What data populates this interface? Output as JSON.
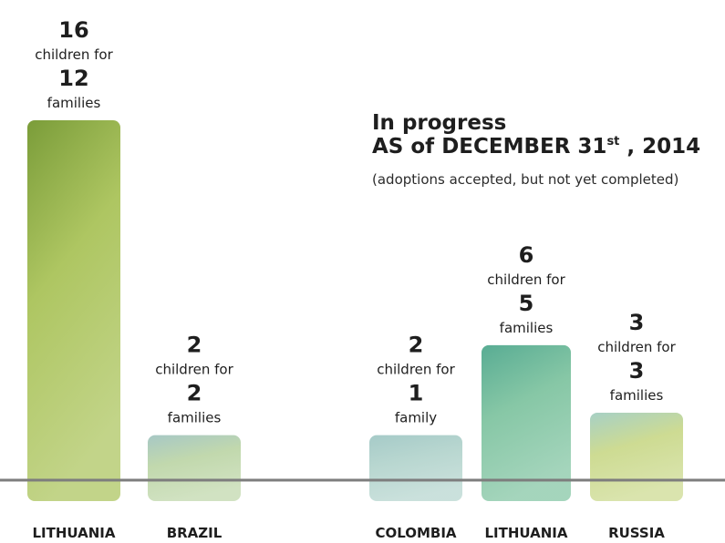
{
  "heading": {
    "line1": "In progress",
    "line2_prefix": "AS of DECEMBER 31",
    "line2_suffix": "st",
    "line2_end": " , 2014",
    "note": "(adoptions accepted, but not yet completed)"
  },
  "colors": {
    "text": "#1e1e1e",
    "baseline": "#7d7d7d",
    "bar_lithuania_completed": [
      "#a7c154",
      "#6f9428"
    ],
    "bar_brazil": [
      "#bcd5a6",
      "#9fc3c0"
    ],
    "bar_colombia": [
      "#b2d3cc",
      "#9ec6c3"
    ],
    "bar_lithuania_progress": [
      "#7cc29e",
      "#4aa58a"
    ],
    "bar_russia": [
      "#c9d889",
      "#9fccc0"
    ]
  },
  "chart_data": {
    "type": "bar",
    "categories": [
      "LITHUANIA",
      "BRAZIL",
      "COLOMBIA",
      "LITHUANIA",
      "RUSSIA"
    ],
    "values": [
      16,
      2,
      2,
      6,
      3
    ],
    "families": [
      12,
      2,
      1,
      5,
      3
    ],
    "annotations": [
      {
        "children": "16",
        "children_text": "children for",
        "families": "12",
        "families_text": "families"
      },
      {
        "children": "2",
        "children_text": "children for",
        "families": "2",
        "families_text": "families"
      },
      {
        "children": "2",
        "children_text": "children for",
        "families": "1",
        "families_text": "family"
      },
      {
        "children": "6",
        "children_text": "children for",
        "families": "5",
        "families_text": "families"
      },
      {
        "children": "3",
        "children_text": "children for",
        "families": "3",
        "families_text": "families"
      }
    ],
    "groups": [
      {
        "label": "",
        "indices": [
          0,
          1
        ]
      },
      {
        "label": "In progress AS of DECEMBER 31st , 2014",
        "indices": [
          2,
          3,
          4
        ]
      }
    ],
    "ylim": [
      0,
      16
    ],
    "grid": false,
    "legend": "none"
  }
}
